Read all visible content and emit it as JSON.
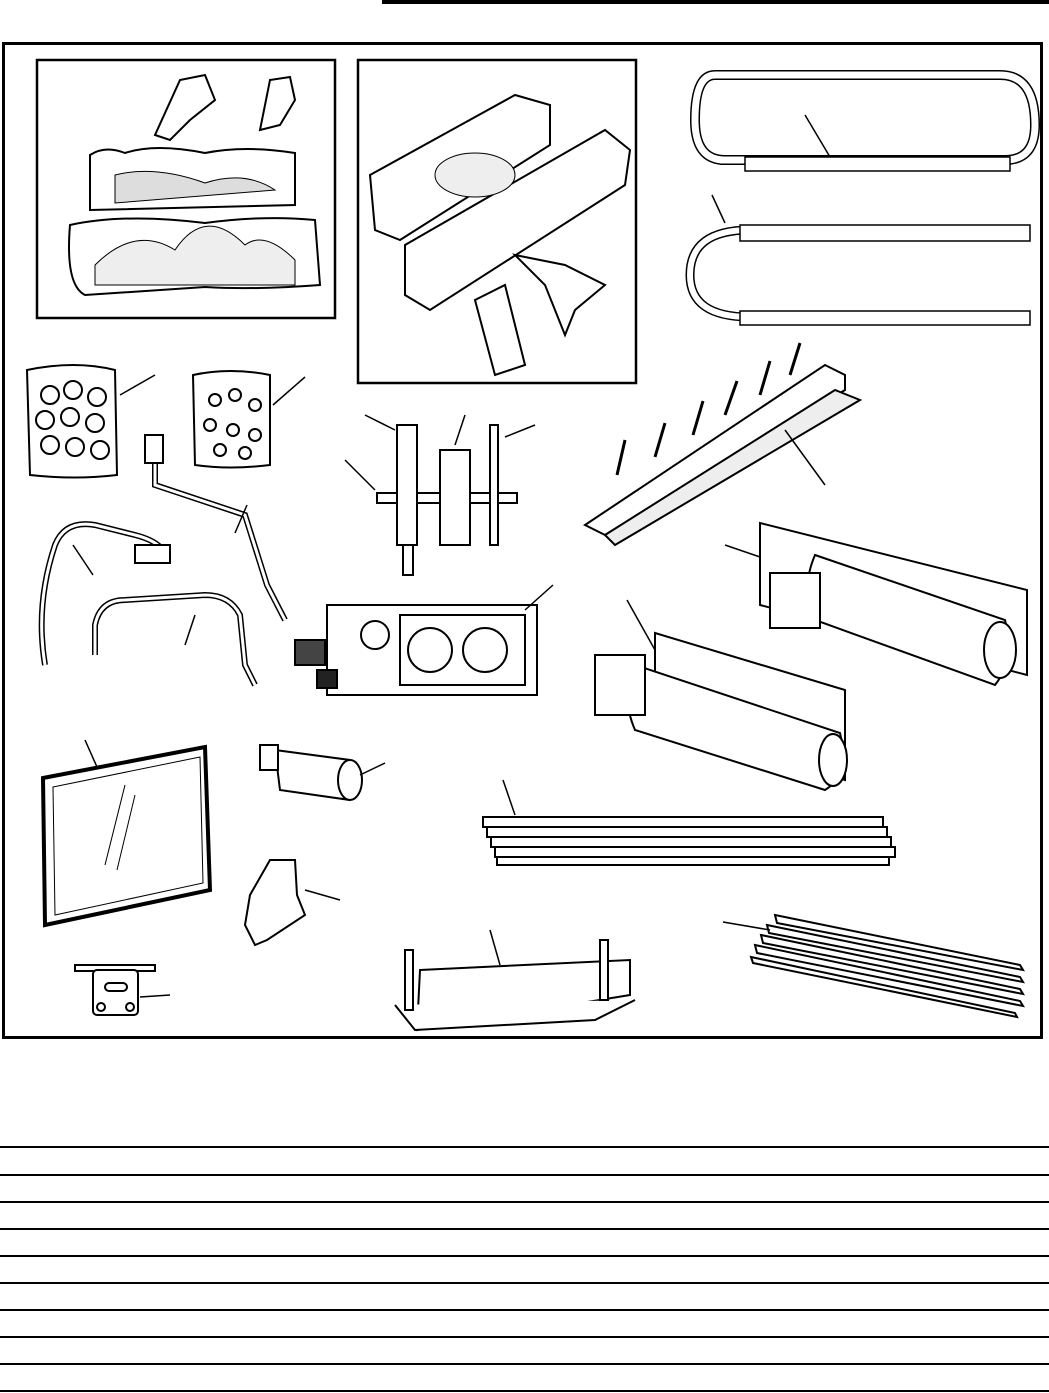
{
  "page": {
    "header_rule": "black-bar",
    "figure": {
      "description_labels": [],
      "parts": [
        "log-set-a",
        "log-set-b",
        "pilot-tube-upper",
        "pilot-tube-lower",
        "rock-bag",
        "ember-bag",
        "pilot-assembly",
        "grate-bracket",
        "gas-line-a",
        "gas-line-b",
        "gas-line-c",
        "gas-valve",
        "blower-large",
        "blower-small",
        "glass-door",
        "piezo-igniter",
        "louver-upper",
        "latch",
        "burner-plate",
        "louver-lower",
        "bracket"
      ]
    },
    "table": {
      "row_count": 9
    }
  }
}
